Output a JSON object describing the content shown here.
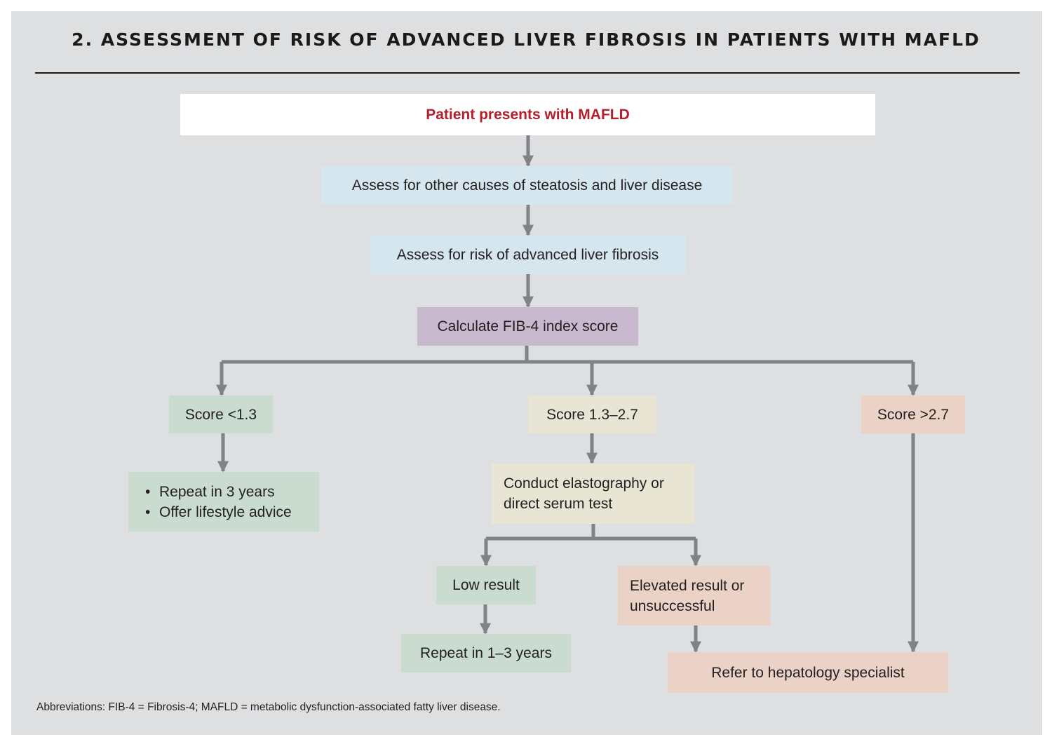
{
  "title": "2. ASSESSMENT OF RISK OF ADVANCED LIVER FIBROSIS IN PATIENTS WITH MAFLD",
  "colors": {
    "panel_bg": "#dedfe1",
    "start_text": "#b21f2d",
    "connector": "#808285",
    "assess_box": "#d5e6ee",
    "fib4_box": "#c8b9cf",
    "low_risk_box": "#c9dccf",
    "intermediate_box": "#e8e5d5",
    "high_risk_box": "#ebd2c6"
  },
  "nodes": {
    "start": "Patient presents with MAFLD",
    "assess_other_causes": "Assess for other causes of steatosis and liver disease",
    "assess_fibrosis_risk": "Assess for risk of advanced liver fibrosis",
    "fib4": "Calculate FIB-4 index score",
    "score_low": "Score <1.3",
    "score_mid": "Score 1.3–2.7",
    "score_high": "Score >2.7",
    "low_actions": [
      "Repeat in 3 years",
      "Offer lifestyle advice"
    ],
    "elastography": [
      "Conduct elastography or",
      "direct serum test"
    ],
    "low_result": "Low result",
    "elevated_result": [
      "Elevated result or",
      "unsuccessful"
    ],
    "repeat_1_3": "Repeat in 1–3 years",
    "refer": "Refer to hepatology specialist"
  },
  "footnote": "Abbreviations: FIB-4 = Fibrosis-4; MAFLD = metabolic dysfunction-associated fatty liver disease."
}
